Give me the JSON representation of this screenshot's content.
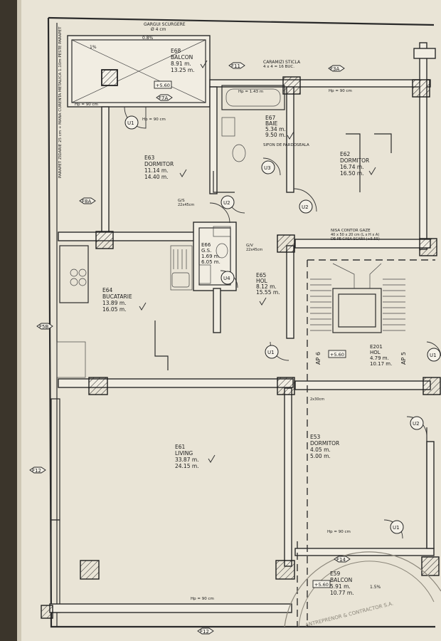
{
  "rooms": [
    {
      "code": "E68",
      "name": "BALCON",
      "area1": "8.91 m.",
      "area2": "13.25 m."
    },
    {
      "code": "E67",
      "name": "BAIE",
      "area1": "5.34 m.",
      "area2": "9.50 m."
    },
    {
      "code": "E62",
      "name": "DORMITOR",
      "area1": "16.74 m.",
      "area2": "16.50 m."
    },
    {
      "code": "E63",
      "name": "DORMITOR",
      "area1": "11.14 m.",
      "area2": "14.40 m."
    },
    {
      "code": "E66",
      "name": "G.S.",
      "area1": "1.69 m.",
      "area2": "6.05 m."
    },
    {
      "code": "E65",
      "name": "HOL",
      "area1": "8.12 m.",
      "area2": "15.55 m."
    },
    {
      "code": "E64",
      "name": "BUCATARIE",
      "area1": "13.89 m.",
      "area2": "16.05 m."
    },
    {
      "code": "E201",
      "name": "HOL",
      "area1": "4.79 m.",
      "area2": "10.17 m."
    },
    {
      "code": "E61",
      "name": "LIVING",
      "area1": "33.87 m.",
      "area2": "24.15 m."
    },
    {
      "code": "E53",
      "name": "DORMITOR",
      "area1": "4.05 m.",
      "area2": "5.00 m."
    },
    {
      "code": "E59",
      "name": "BALCON",
      "area1": "5.91 m.",
      "area2": "10.77 m."
    }
  ],
  "window_tags": [
    "F11",
    "F3A",
    "F7A",
    "F8A",
    "F5B",
    "F12",
    "F14",
    "F12"
  ],
  "door_tags": [
    "U1",
    "U2",
    "U2",
    "U3",
    "U4",
    "U1",
    "U1",
    "U1",
    "U2"
  ],
  "level_marks": [
    "+5.60",
    "+5.60",
    "+5.60"
  ],
  "apartment_labels": [
    "AP 6",
    "AP 5"
  ],
  "annotations": {
    "gutter": "GARGUI SCURGERE",
    "gutter_size": "Ø 4 cm",
    "glass_bricks": "CARAMIZI STICLA",
    "glass_bricks_size": "4 x 4 = 16 BUC.",
    "bath_hp": "Hp = 1.43 m",
    "siphon": "SIFON DE PARDOSEALA",
    "gas_box": "NISA CONTOR GAZE",
    "gas_box_dims": "40 x 50 x 20 cm (L x H x A)",
    "gas_box_note": "DE PE CASA SCARII (+5.55)",
    "parapet": "PARAPET ZIDARIE 25 cm + MANA CURENTA METALICA 1.10m PESTE PARAPET",
    "hp_90": "Hp = 90 cm",
    "slope_1": "1%",
    "slope_08": "0.8%",
    "slope_15": "1.5%",
    "gs": "G/S",
    "gs_dims": "22x45cm",
    "gv": "G/V",
    "gv_dims": "22x45cm",
    "dims_30": "2x30cm",
    "contractor": "ANTREPRENOR & CONTRACTOR S.A."
  }
}
